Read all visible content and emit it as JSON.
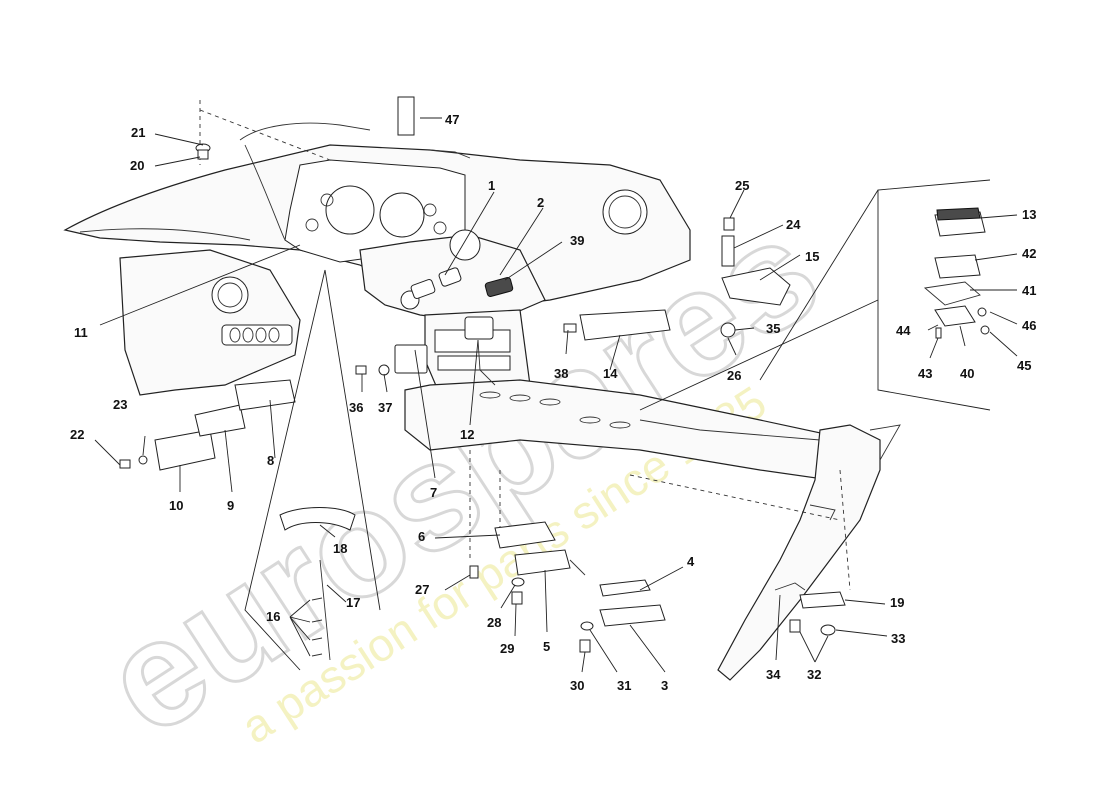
{
  "watermark": {
    "logo_text": "eurospares",
    "tagline": "a passion for parts since 1985"
  },
  "callouts": [
    "1",
    "2",
    "3",
    "4",
    "5",
    "6",
    "7",
    "8",
    "9",
    "10",
    "11",
    "12",
    "13",
    "14",
    "15",
    "16",
    "17",
    "18",
    "19",
    "20",
    "21",
    "22",
    "23",
    "24",
    "25",
    "26",
    "27",
    "28",
    "29",
    "30",
    "31",
    "32",
    "33",
    "34",
    "35",
    "36",
    "37",
    "38",
    "39",
    "40",
    "41",
    "42",
    "43",
    "44",
    "45",
    "46",
    "47"
  ]
}
